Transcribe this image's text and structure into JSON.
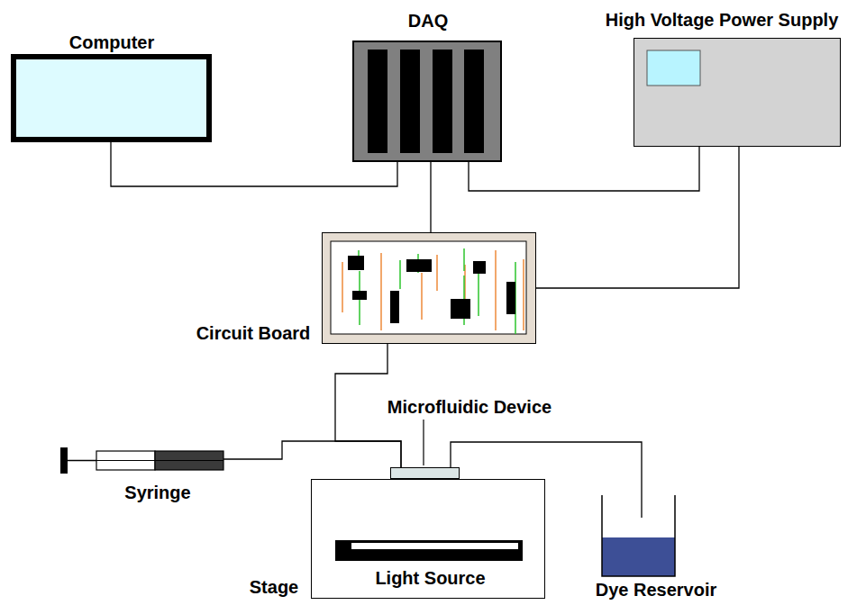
{
  "diagram": {
    "nodes": [
      {
        "text": [
          "Computer"
        ]
      },
      {
        "text": [
          "DAQ"
        ]
      },
      {
        "text": [
          "High Voltage Power Supply"
        ]
      },
      {
        "text": [
          "Circuit Board"
        ]
      },
      {
        "text": [
          "Microfluidic Device"
        ]
      },
      {
        "text": [
          "Syringe"
        ]
      },
      {
        "text": [
          "Stage"
        ]
      },
      {
        "text": [
          "Light Source"
        ],
        "in": 6
      },
      {
        "text": [
          "Dye Reservoir"
        ]
      }
    ],
    "edges": [
      {
        "from": 0,
        "to": 1,
        "arrow": "none"
      },
      {
        "from": 1,
        "to": 2,
        "arrow": "none"
      },
      {
        "from": 1,
        "to": 3,
        "arrow": "none"
      },
      {
        "from": 2,
        "to": 3,
        "arrow": "none"
      },
      {
        "from": 3,
        "to": 4,
        "arrow": "none"
      },
      {
        "from": 5,
        "to": 4,
        "arrow": "none"
      },
      {
        "from": 8,
        "to": 4,
        "arrow": "none"
      }
    ]
  }
}
